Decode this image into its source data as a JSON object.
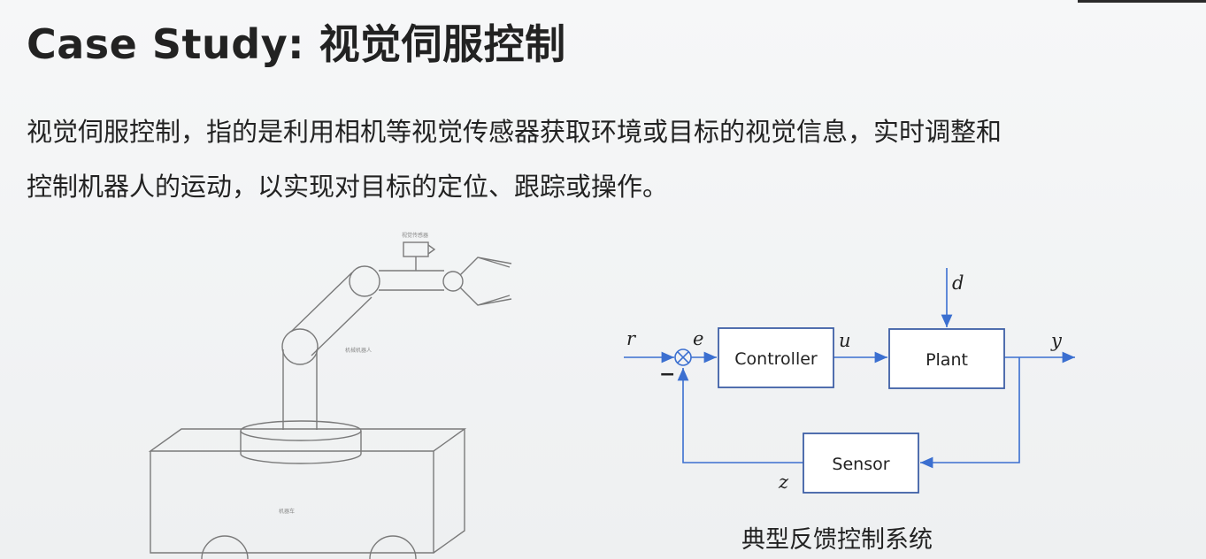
{
  "slide": {
    "title": "Case Study: 视觉伺服控制",
    "paragraph_lines": [
      "视觉伺服控制，指的是利用相机等视觉传感器获取环境或目标的视觉信息，实时调整和",
      "控制机器人的运动，以实现对目标的定位、跟踪或操作。"
    ]
  },
  "robot_figure": {
    "camera_label": "视觉传感器",
    "arm_label": "机械机器人",
    "base_label": "机器车"
  },
  "control_diagram": {
    "blocks": {
      "controller": "Controller",
      "plant": "Plant",
      "sensor": "Sensor"
    },
    "signals": {
      "reference": "r",
      "error": "e",
      "control": "u",
      "disturbance": "d",
      "output": "y",
      "measurement": "z",
      "minus_sign": "−"
    },
    "caption": "典型反馈控制系统"
  },
  "colors": {
    "diagram_line": "#3b6fd0",
    "block_border": "#3e5fa6",
    "robot_line": "#7a7a7a"
  }
}
